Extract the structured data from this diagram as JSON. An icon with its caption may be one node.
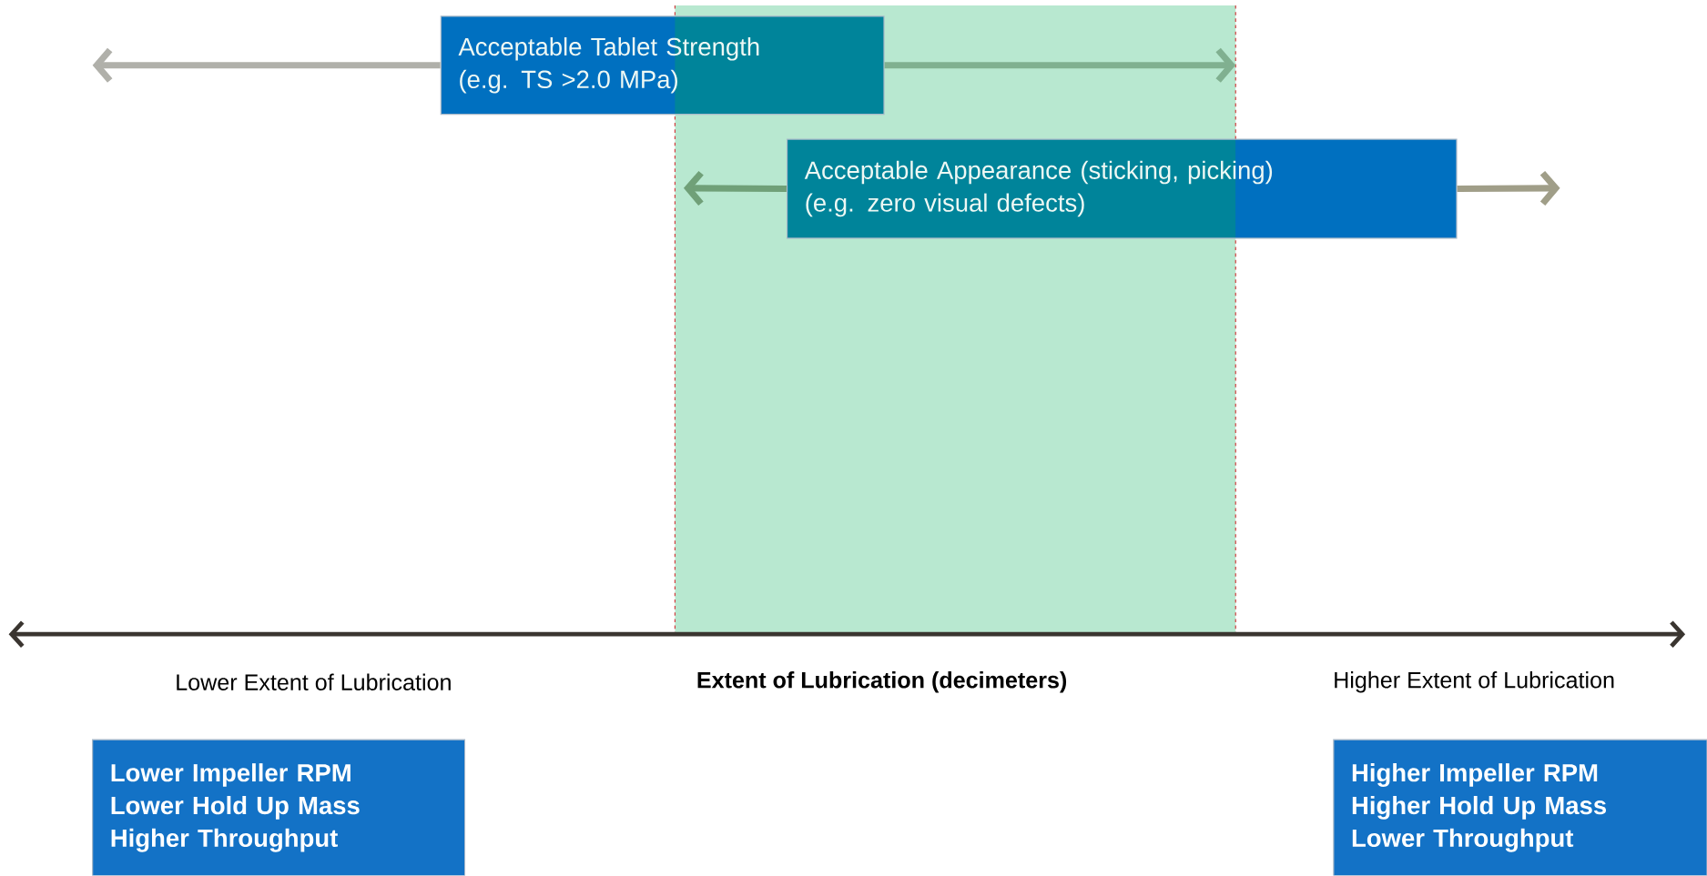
{
  "diagram": {
    "nodes": [
      {
        "text": [
          "Acceptable Tablet Strength",
          "(e.g. TS >2.0 MPa)"
        ]
      },
      {
        "text": [
          "Acceptable Appearance (sticking, picking)",
          "(e.g. zero visual defects)"
        ]
      },
      {
        "text": [
          "Lower Impeller RPM",
          "Lower Hold Up Mass",
          "Higher Throughput"
        ]
      },
      {
        "text": [
          "Higher Impeller RPM",
          "Higher Hold Up Mass",
          "Lower Throughput"
        ]
      }
    ],
    "edges": [
      {
        "from": 0,
        "to": null,
        "arrow": "to",
        "color": "#b0b0aa"
      },
      {
        "from": 0,
        "to": null,
        "arrow": "to",
        "color": "#80b090"
      },
      {
        "from": 1,
        "to": null,
        "arrow": "to",
        "color": "#70a078"
      },
      {
        "from": 1,
        "to": null,
        "arrow": "to",
        "color": "#a09e88"
      }
    ],
    "labels": [
      "Lower Extent of Lubrication",
      "Extent of Lubrication (decimeters)",
      "Higher Extent of Lubrication"
    ]
  }
}
